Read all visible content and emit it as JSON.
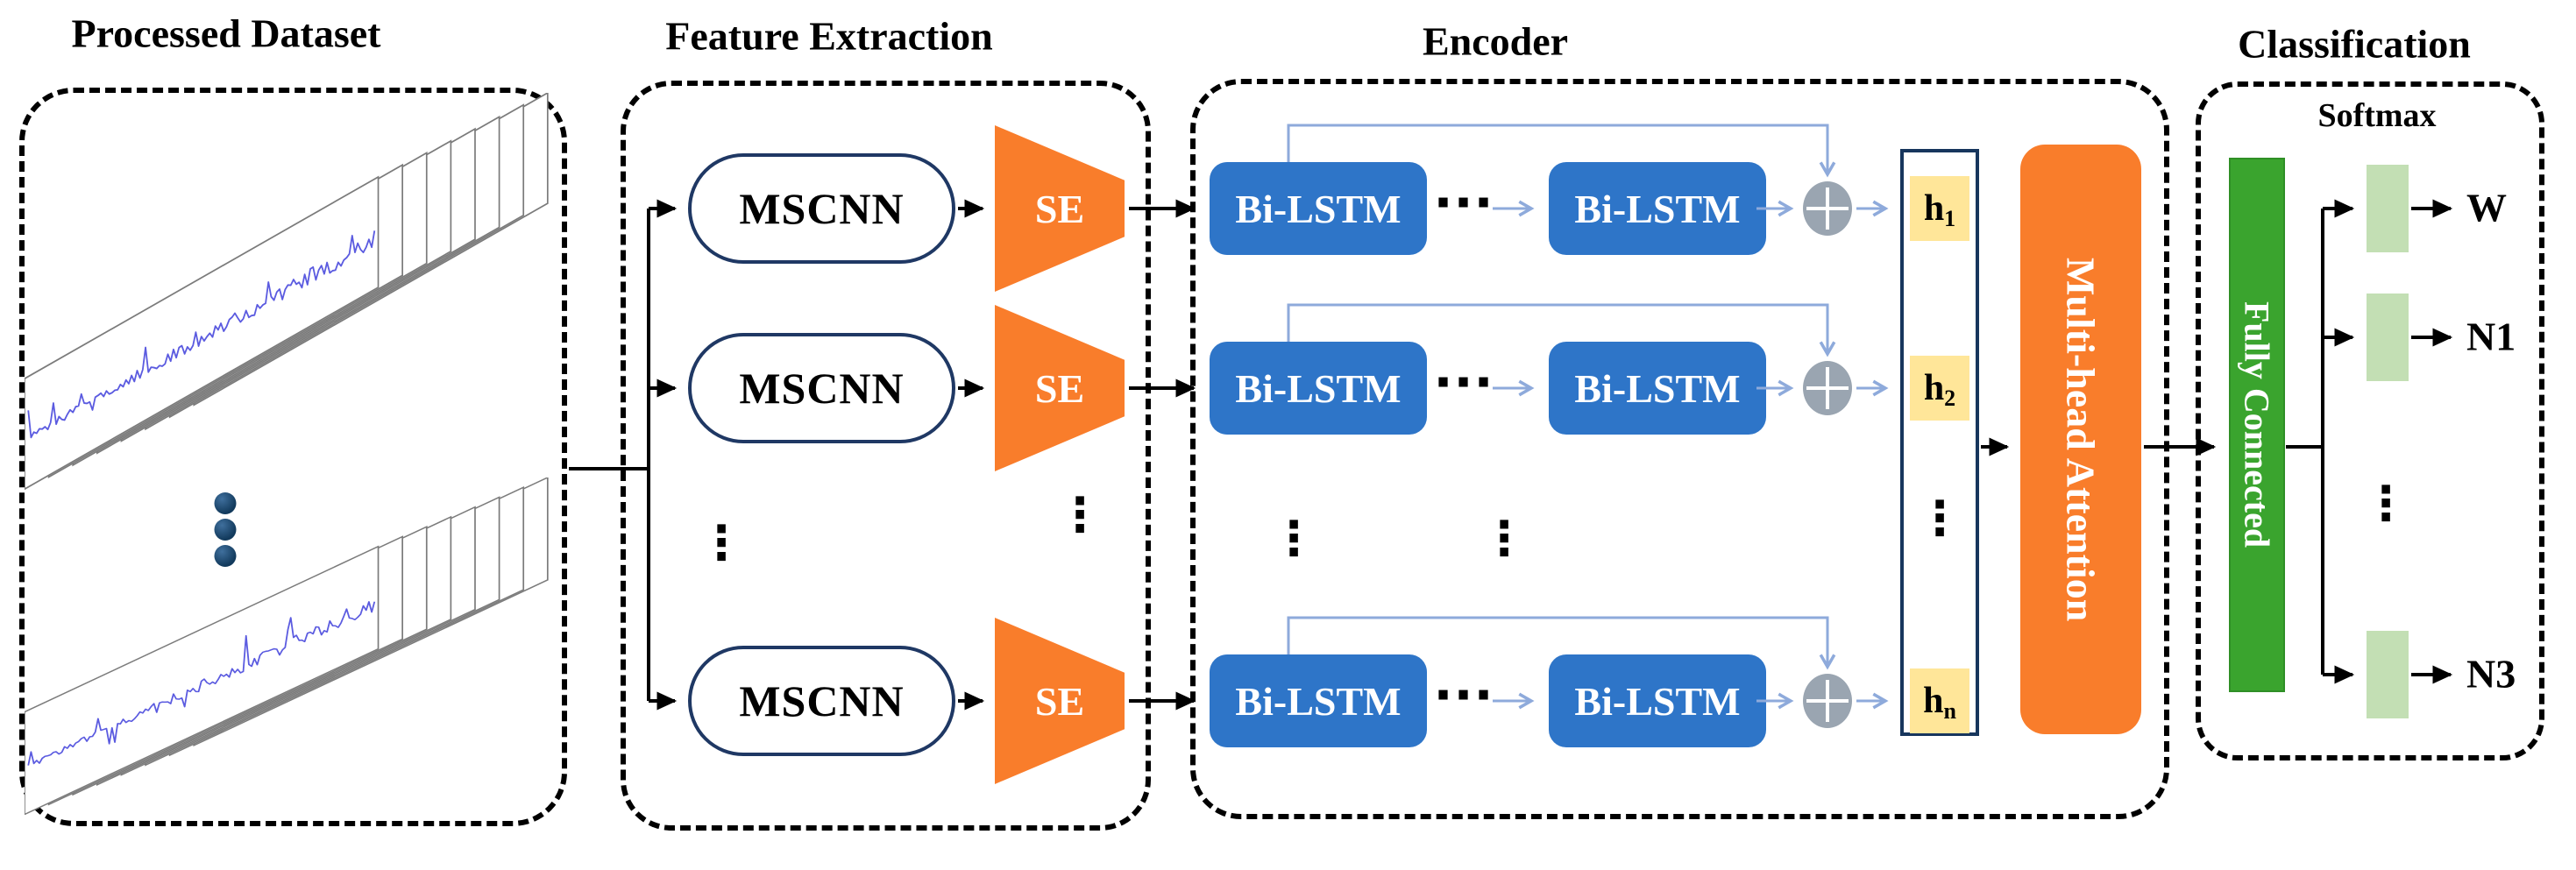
{
  "diagram": {
    "dataset": {
      "title": "Processed Dataset"
    },
    "feature_extraction": {
      "title": "Feature Extraction",
      "mscnn_label": "MSCNN",
      "se_label": "SE"
    },
    "encoder": {
      "title": "Encoder",
      "bilstm_label": "Bi-LSTM",
      "h_items": [
        {
          "base": "h",
          "sub": "1"
        },
        {
          "base": "h",
          "sub": "2"
        },
        {
          "base": "h",
          "sub": "n"
        }
      ]
    },
    "attention": {
      "label": "Multi-head Attention"
    },
    "classification": {
      "title": "Classification",
      "softmax_label": "Softmax",
      "fully_connected_label": "Fully Connected",
      "outputs": [
        "W",
        "N1",
        "N3"
      ]
    },
    "ellipsis": {
      "h": "···",
      "v": "⋮"
    },
    "colors": {
      "bilstm_blue": "#2E75C8",
      "light_blue": "#8EAADB",
      "orange": "#F97D2B",
      "green": "#3AA42E",
      "light_green": "#C3DFB4",
      "hidden_state_yellow": "#FFE699",
      "navy_border": "#1F3864",
      "signal_blue": "#5B5BE0",
      "sum_gray": "#9AA5B1"
    }
  }
}
